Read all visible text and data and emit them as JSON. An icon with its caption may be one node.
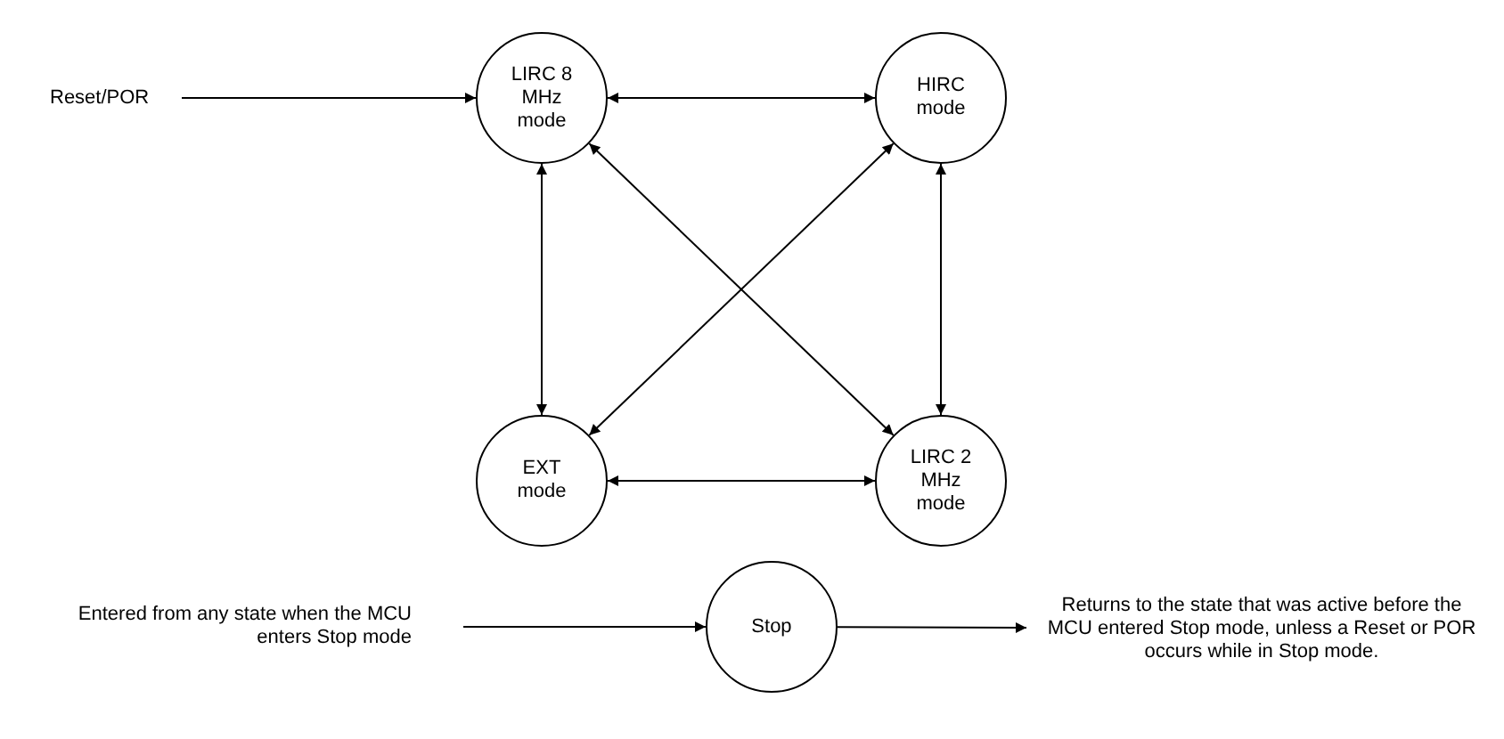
{
  "diagram": {
    "nodes": [
      {
        "text": [
          "Reset/POR"
        ]
      },
      {
        "text": [
          "LIRC 8 MHz mode"
        ]
      },
      {
        "text": [
          "HIRC mode"
        ]
      },
      {
        "text": [
          "EXT mode"
        ]
      },
      {
        "text": [
          "LIRC 2 MHz mode"
        ]
      },
      {
        "text": [
          "Entered from any state when the MCU enters Stop mode"
        ]
      },
      {
        "text": [
          "Stop"
        ]
      },
      {
        "text": [
          "Returns to the state that was active before the MCU entered Stop mode, unless a Reset or POR occurs while in Stop mode."
        ]
      }
    ],
    "edges": [
      {
        "from": 0,
        "to": 1,
        "arrow": "to"
      },
      {
        "from": 1,
        "to": 2,
        "arrow": "both"
      },
      {
        "from": 1,
        "to": 3,
        "arrow": "both"
      },
      {
        "from": 1,
        "to": 4,
        "arrow": "both"
      },
      {
        "from": 2,
        "to": 3,
        "arrow": "both"
      },
      {
        "from": 2,
        "to": 4,
        "arrow": "both"
      },
      {
        "from": 3,
        "to": 4,
        "arrow": "both"
      },
      {
        "from": 5,
        "to": 6,
        "arrow": "to"
      },
      {
        "from": 6,
        "to": 7,
        "arrow": "to"
      }
    ]
  }
}
